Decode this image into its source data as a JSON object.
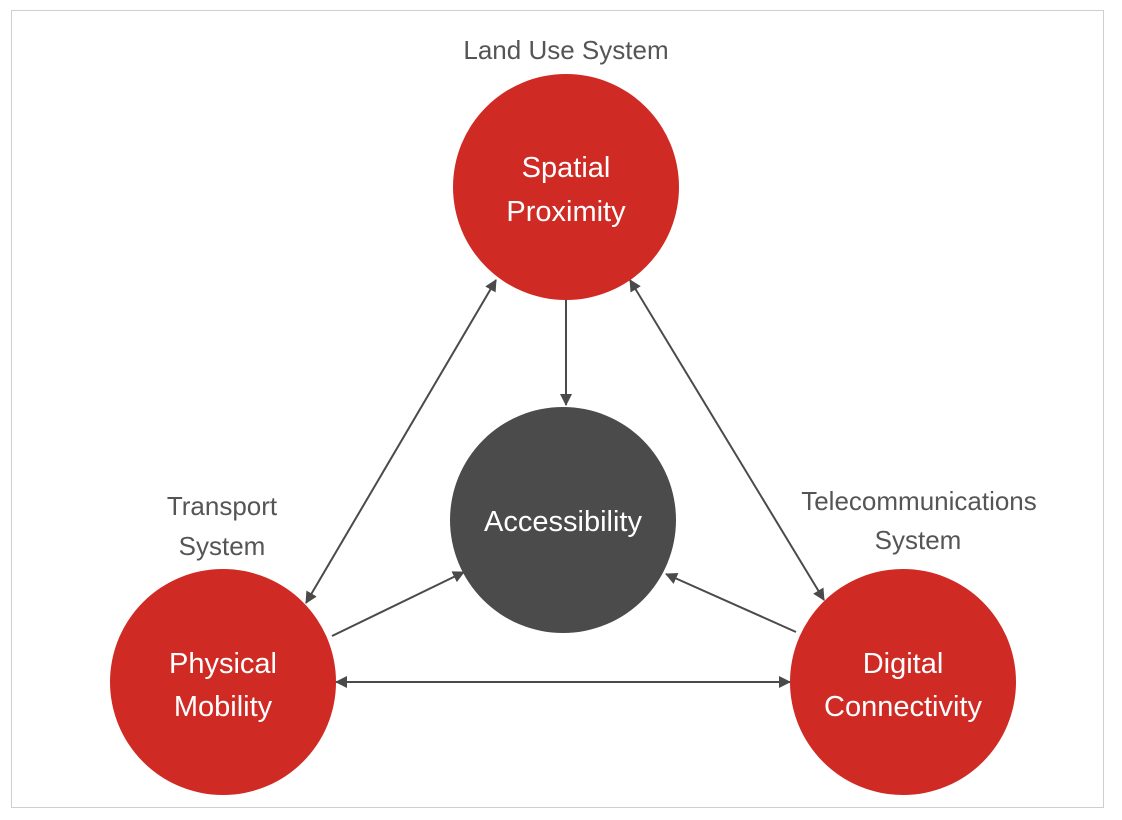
{
  "colors": {
    "node_red": "#d02a24",
    "node_dark": "#4b4b4b",
    "arrow": "#4a4a4a",
    "label_text": "#555555",
    "node_text": "#ffffff"
  },
  "nodes": {
    "spatial": {
      "system": "Land Use System",
      "line1": "Spatial",
      "line2": "Proximity"
    },
    "accessibility": {
      "label": "Accessibility"
    },
    "physical": {
      "system_line1": "Transport",
      "system_line2": "System",
      "line1": "Physical",
      "line2": "Mobility"
    },
    "digital": {
      "system_line1": "Telecommunications",
      "system_line2": "System",
      "line1": "Digital",
      "line2": "Connectivity"
    }
  },
  "connections": [
    {
      "from": "Spatial Proximity",
      "to": "Accessibility",
      "direction": "one-way"
    },
    {
      "from": "Physical Mobility",
      "to": "Accessibility",
      "direction": "one-way"
    },
    {
      "from": "Digital Connectivity",
      "to": "Accessibility",
      "direction": "one-way"
    },
    {
      "from": "Spatial Proximity",
      "to": "Physical Mobility",
      "direction": "two-way"
    },
    {
      "from": "Spatial Proximity",
      "to": "Digital Connectivity",
      "direction": "two-way"
    },
    {
      "from": "Physical Mobility",
      "to": "Digital Connectivity",
      "direction": "two-way"
    }
  ]
}
